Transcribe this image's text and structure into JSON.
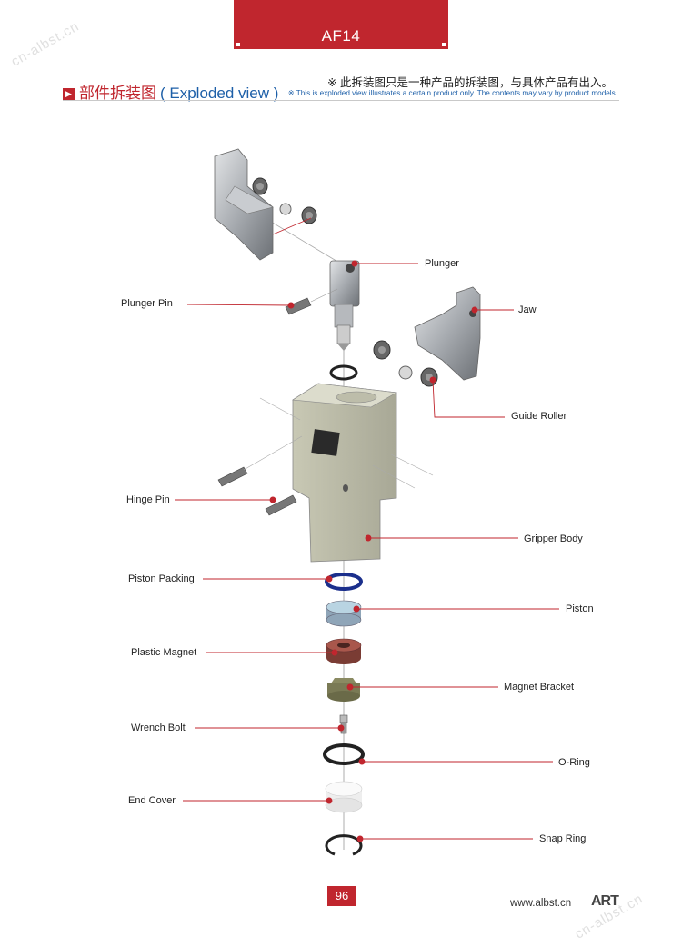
{
  "header": {
    "code": "AF14"
  },
  "section": {
    "icon": "chevron-right-icon",
    "title_cn": "部件拆装图",
    "title_en": "( Exploded view )",
    "note_cn": "※ 此拆装图只是一种产品的拆装图，与具体产品有出入。",
    "note_en": "※ This is exploded view illustrates a certain product only. The contents may vary by product models."
  },
  "labels": {
    "plunger": "Plunger",
    "plunger_pin": "Plunger Pin",
    "jaw": "Jaw",
    "guide_roller": "Guide Roller",
    "hinge_pin": "Hinge Pin",
    "gripper_body": "Gripper Body",
    "piston_packing": "Piston Packing",
    "piston": "Piston",
    "plastic_magnet": "Plastic Magnet",
    "magnet_bracket": "Magnet Bracket",
    "wrench_bolt": "Wrench Bolt",
    "o_ring": "O-Ring",
    "end_cover": "End Cover",
    "snap_ring": "Snap Ring"
  },
  "footer": {
    "page": "96",
    "website": "www.albst.cn",
    "brand": "ART"
  },
  "watermark": "cn-albst.cn",
  "colors": {
    "accent": "#c0262e",
    "blue": "#1d5fa8"
  }
}
